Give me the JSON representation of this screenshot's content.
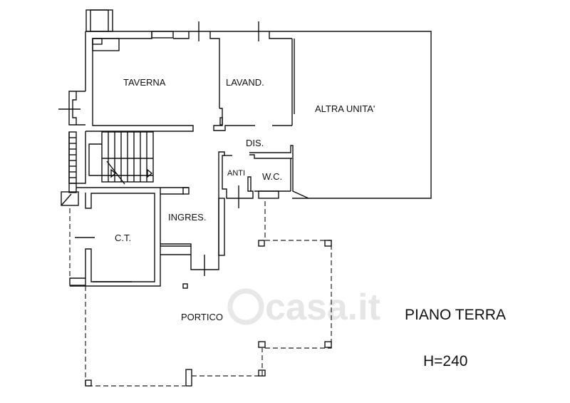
{
  "rooms": {
    "taverna": "TAVERNA",
    "lavanderia": "LAVAND.",
    "altra_unita": "ALTRA UNITA'",
    "disimpegno": "DIS.",
    "anti": "ANTI",
    "wc": "W.C.",
    "ingresso": "INGRES.",
    "centrale_termica": "C.T.",
    "portico": "PORTICO"
  },
  "floor_label": "PIANO TERRA",
  "height_label": "H=240",
  "watermark": "casa.it"
}
